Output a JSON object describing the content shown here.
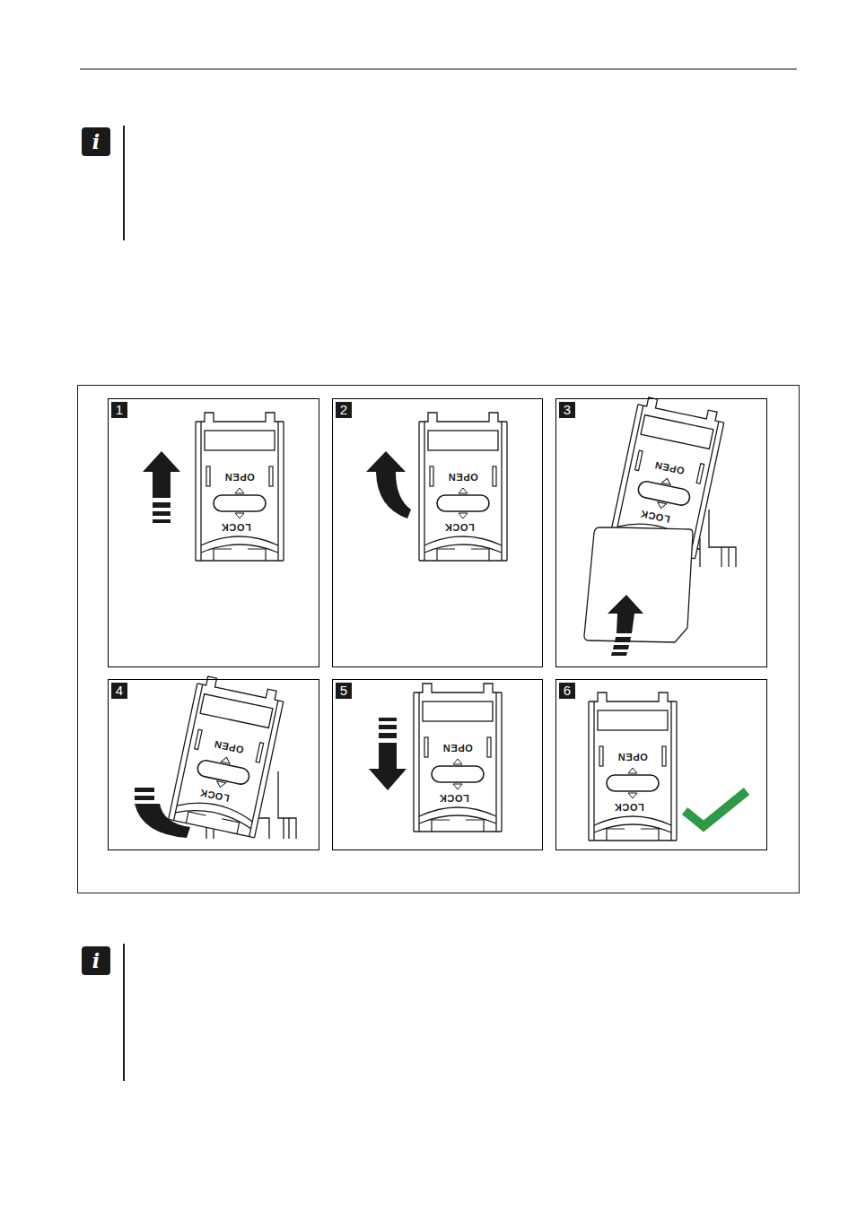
{
  "diagram": {
    "nodes": [
      {
        "text": [
          "1"
        ]
      },
      {
        "text": [
          "2"
        ]
      },
      {
        "text": [
          "3"
        ]
      },
      {
        "text": [
          "4"
        ]
      },
      {
        "text": [
          "5"
        ]
      },
      {
        "text": [
          "6"
        ]
      }
    ],
    "labels": [
      "i",
      "OPEN",
      "LOCK",
      "OPEN",
      "LOCK",
      "OPEN",
      "LOCK",
      "OPEN",
      "LOCK",
      "OPEN",
      "LOCK",
      "OPEN",
      "LOCK",
      "i"
    ]
  }
}
